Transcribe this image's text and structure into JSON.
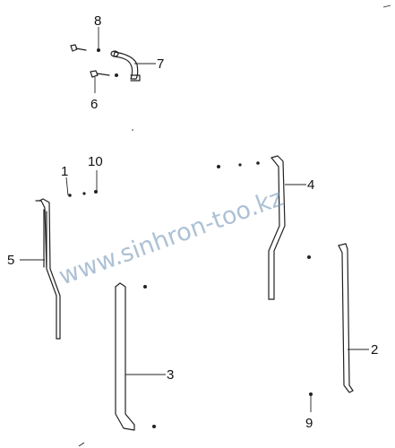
{
  "watermark": "www.sinhron-too.kz",
  "callouts": [
    {
      "id": "c1",
      "label": "1"
    },
    {
      "id": "c2",
      "label": "2"
    },
    {
      "id": "c3",
      "label": "3"
    },
    {
      "id": "c4",
      "label": "4"
    },
    {
      "id": "c5",
      "label": "5"
    },
    {
      "id": "c6",
      "label": "6"
    },
    {
      "id": "c7",
      "label": "7"
    },
    {
      "id": "c8",
      "label": "8"
    },
    {
      "id": "c9",
      "label": "9"
    },
    {
      "id": "c10",
      "label": "10"
    }
  ]
}
